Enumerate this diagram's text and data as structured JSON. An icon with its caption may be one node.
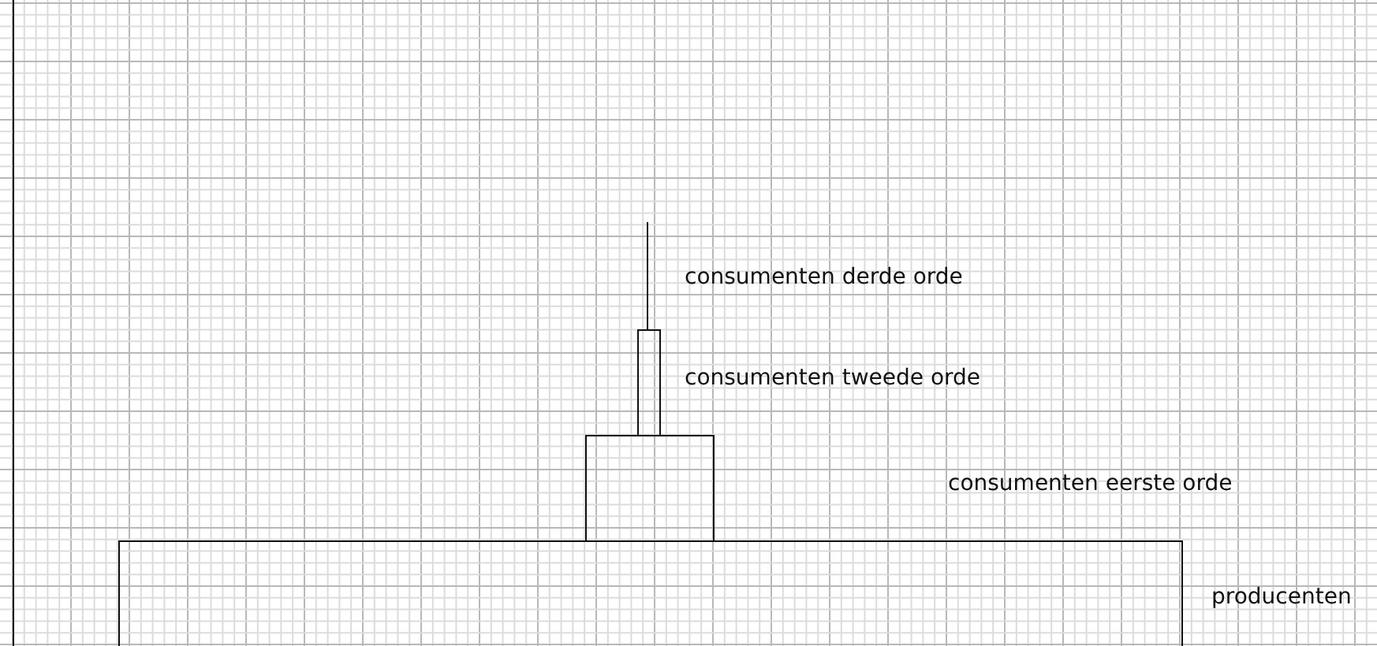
{
  "diagram": {
    "nodes": [
      {
        "text": [],
        "shape": "bar",
        "beside": [
          "consumenten derde orde"
        ]
      },
      {
        "text": [],
        "shape": "bar",
        "beside": [
          "consumenten tweede orde"
        ]
      },
      {
        "text": [],
        "shape": "bar"
      },
      {
        "text": [],
        "shape": "bar",
        "beside": [
          "producenten"
        ]
      }
    ],
    "labels": [
      "consumenten eerste orde"
    ]
  }
}
